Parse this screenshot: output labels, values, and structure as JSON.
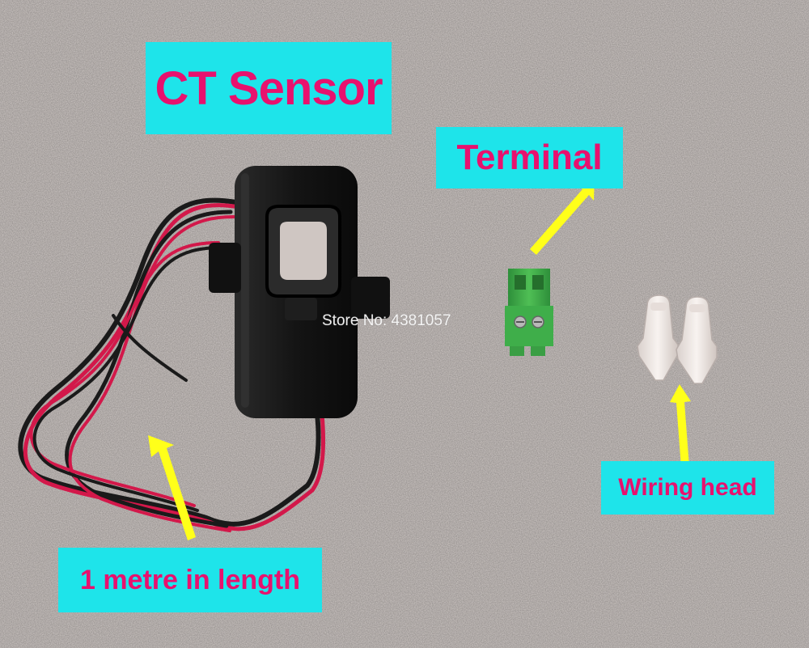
{
  "labels": {
    "title": "CT Sensor",
    "terminal": "Terminal",
    "cable_length": "1 metre in length",
    "wiring_head": "Wiring head"
  },
  "watermark": {
    "store": "Store No: 4381057"
  },
  "colors": {
    "label_background": "#1ee4ea",
    "label_text": "#e8116e",
    "arrow": "#ffff1a",
    "sensor_body": "#141414",
    "terminal_block": "#3fae4a",
    "cable_red": "#d3184a",
    "cable_black": "#1a1a1a",
    "connector_cap": "#f1eae6"
  }
}
